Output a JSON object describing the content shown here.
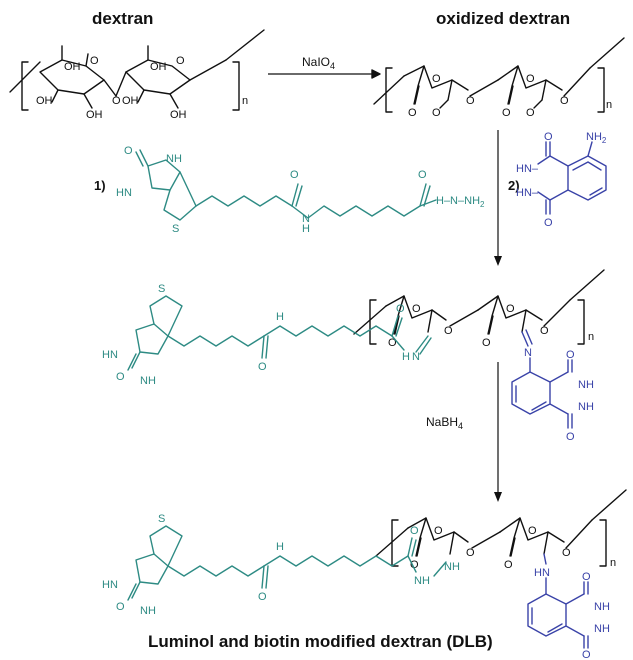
{
  "titles": {
    "dextran": "dextran",
    "oxidized": "oxidized dextran",
    "final": "Luminol and biotin modified dextran (DLB)"
  },
  "reagents": {
    "periodate": "NaIO",
    "periodate_sub": "4",
    "borohydride": "NaBH",
    "borohydride_sub": "4",
    "step1": "1)",
    "step2": "2)"
  },
  "atoms": {
    "o": "O",
    "oh": "OH",
    "n": "n",
    "s": "S",
    "h": "H",
    "n_atom": "N",
    "nh": "NH",
    "hn": "HN",
    "hn_dash": "HN–",
    "nh2": "NH",
    "nh2_sub": "2",
    "hydrazide": "H–N–NH",
    "nh_nh": "NH–NH"
  },
  "colors": {
    "black": "#111111",
    "biotin": "#2e8b84",
    "luminol": "#3a43a8"
  }
}
